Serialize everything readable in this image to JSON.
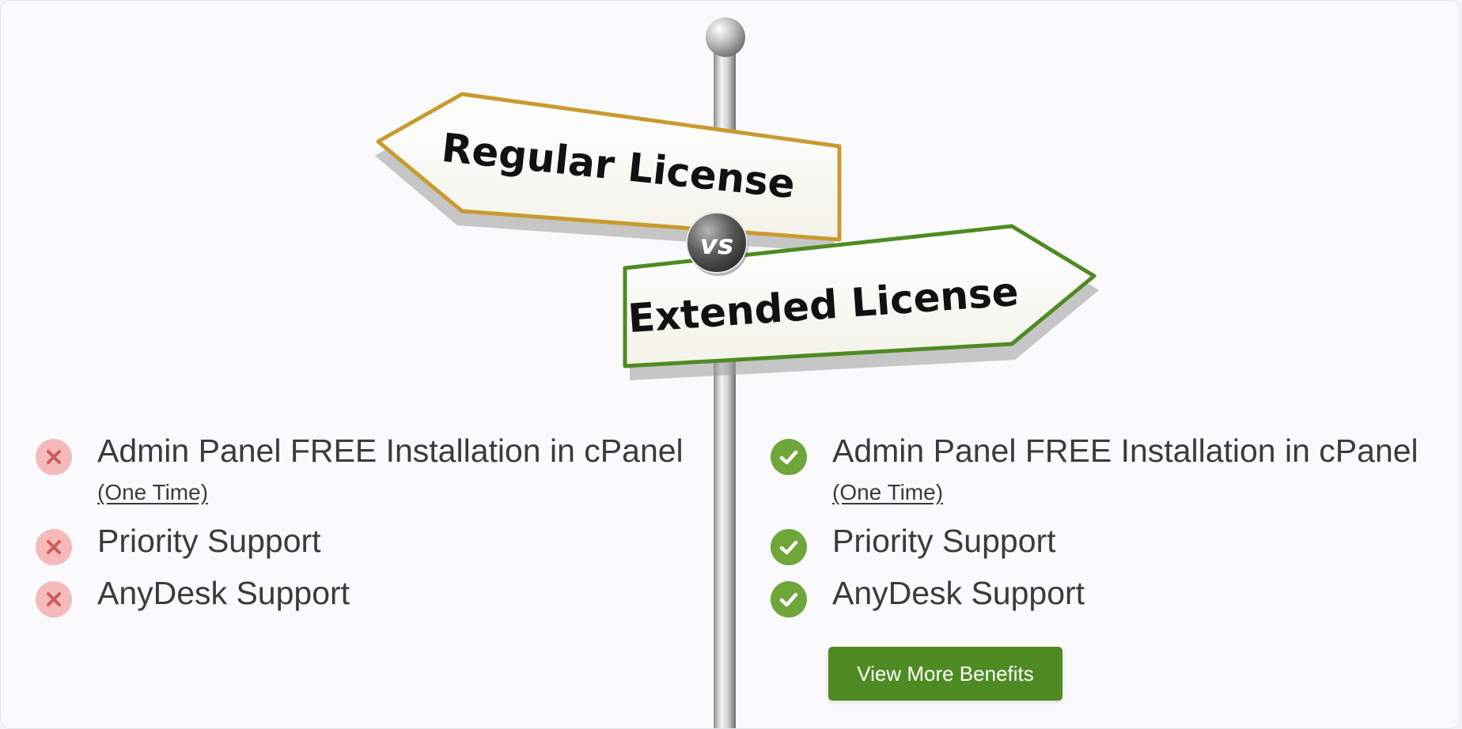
{
  "signs": {
    "regular": "Regular License",
    "extended": "Extended License",
    "versus": "VS"
  },
  "regular_features": [
    {
      "label": "Admin Panel FREE Installation in cPanel",
      "note": "(One Time)",
      "included": false,
      "icon": "cross-icon"
    },
    {
      "label": "Priority Support",
      "included": false,
      "icon": "cross-icon"
    },
    {
      "label": "AnyDesk Support",
      "included": false,
      "icon": "cross-icon"
    }
  ],
  "extended_features": [
    {
      "label": "Admin Panel FREE Installation in cPanel",
      "note": "(One Time)",
      "included": true,
      "icon": "check-icon"
    },
    {
      "label": "Priority Support",
      "included": true,
      "icon": "check-icon"
    },
    {
      "label": "AnyDesk Support",
      "included": true,
      "icon": "check-icon"
    }
  ],
  "cta": {
    "label": "View More Benefits"
  },
  "colors": {
    "regular_border": "#c99a2e",
    "extended_border": "#4e8b23",
    "check": "#6ea63a",
    "cross_bg": "#f6b9b9",
    "cross_mark": "#d05a5a",
    "button": "#4e8b23"
  }
}
